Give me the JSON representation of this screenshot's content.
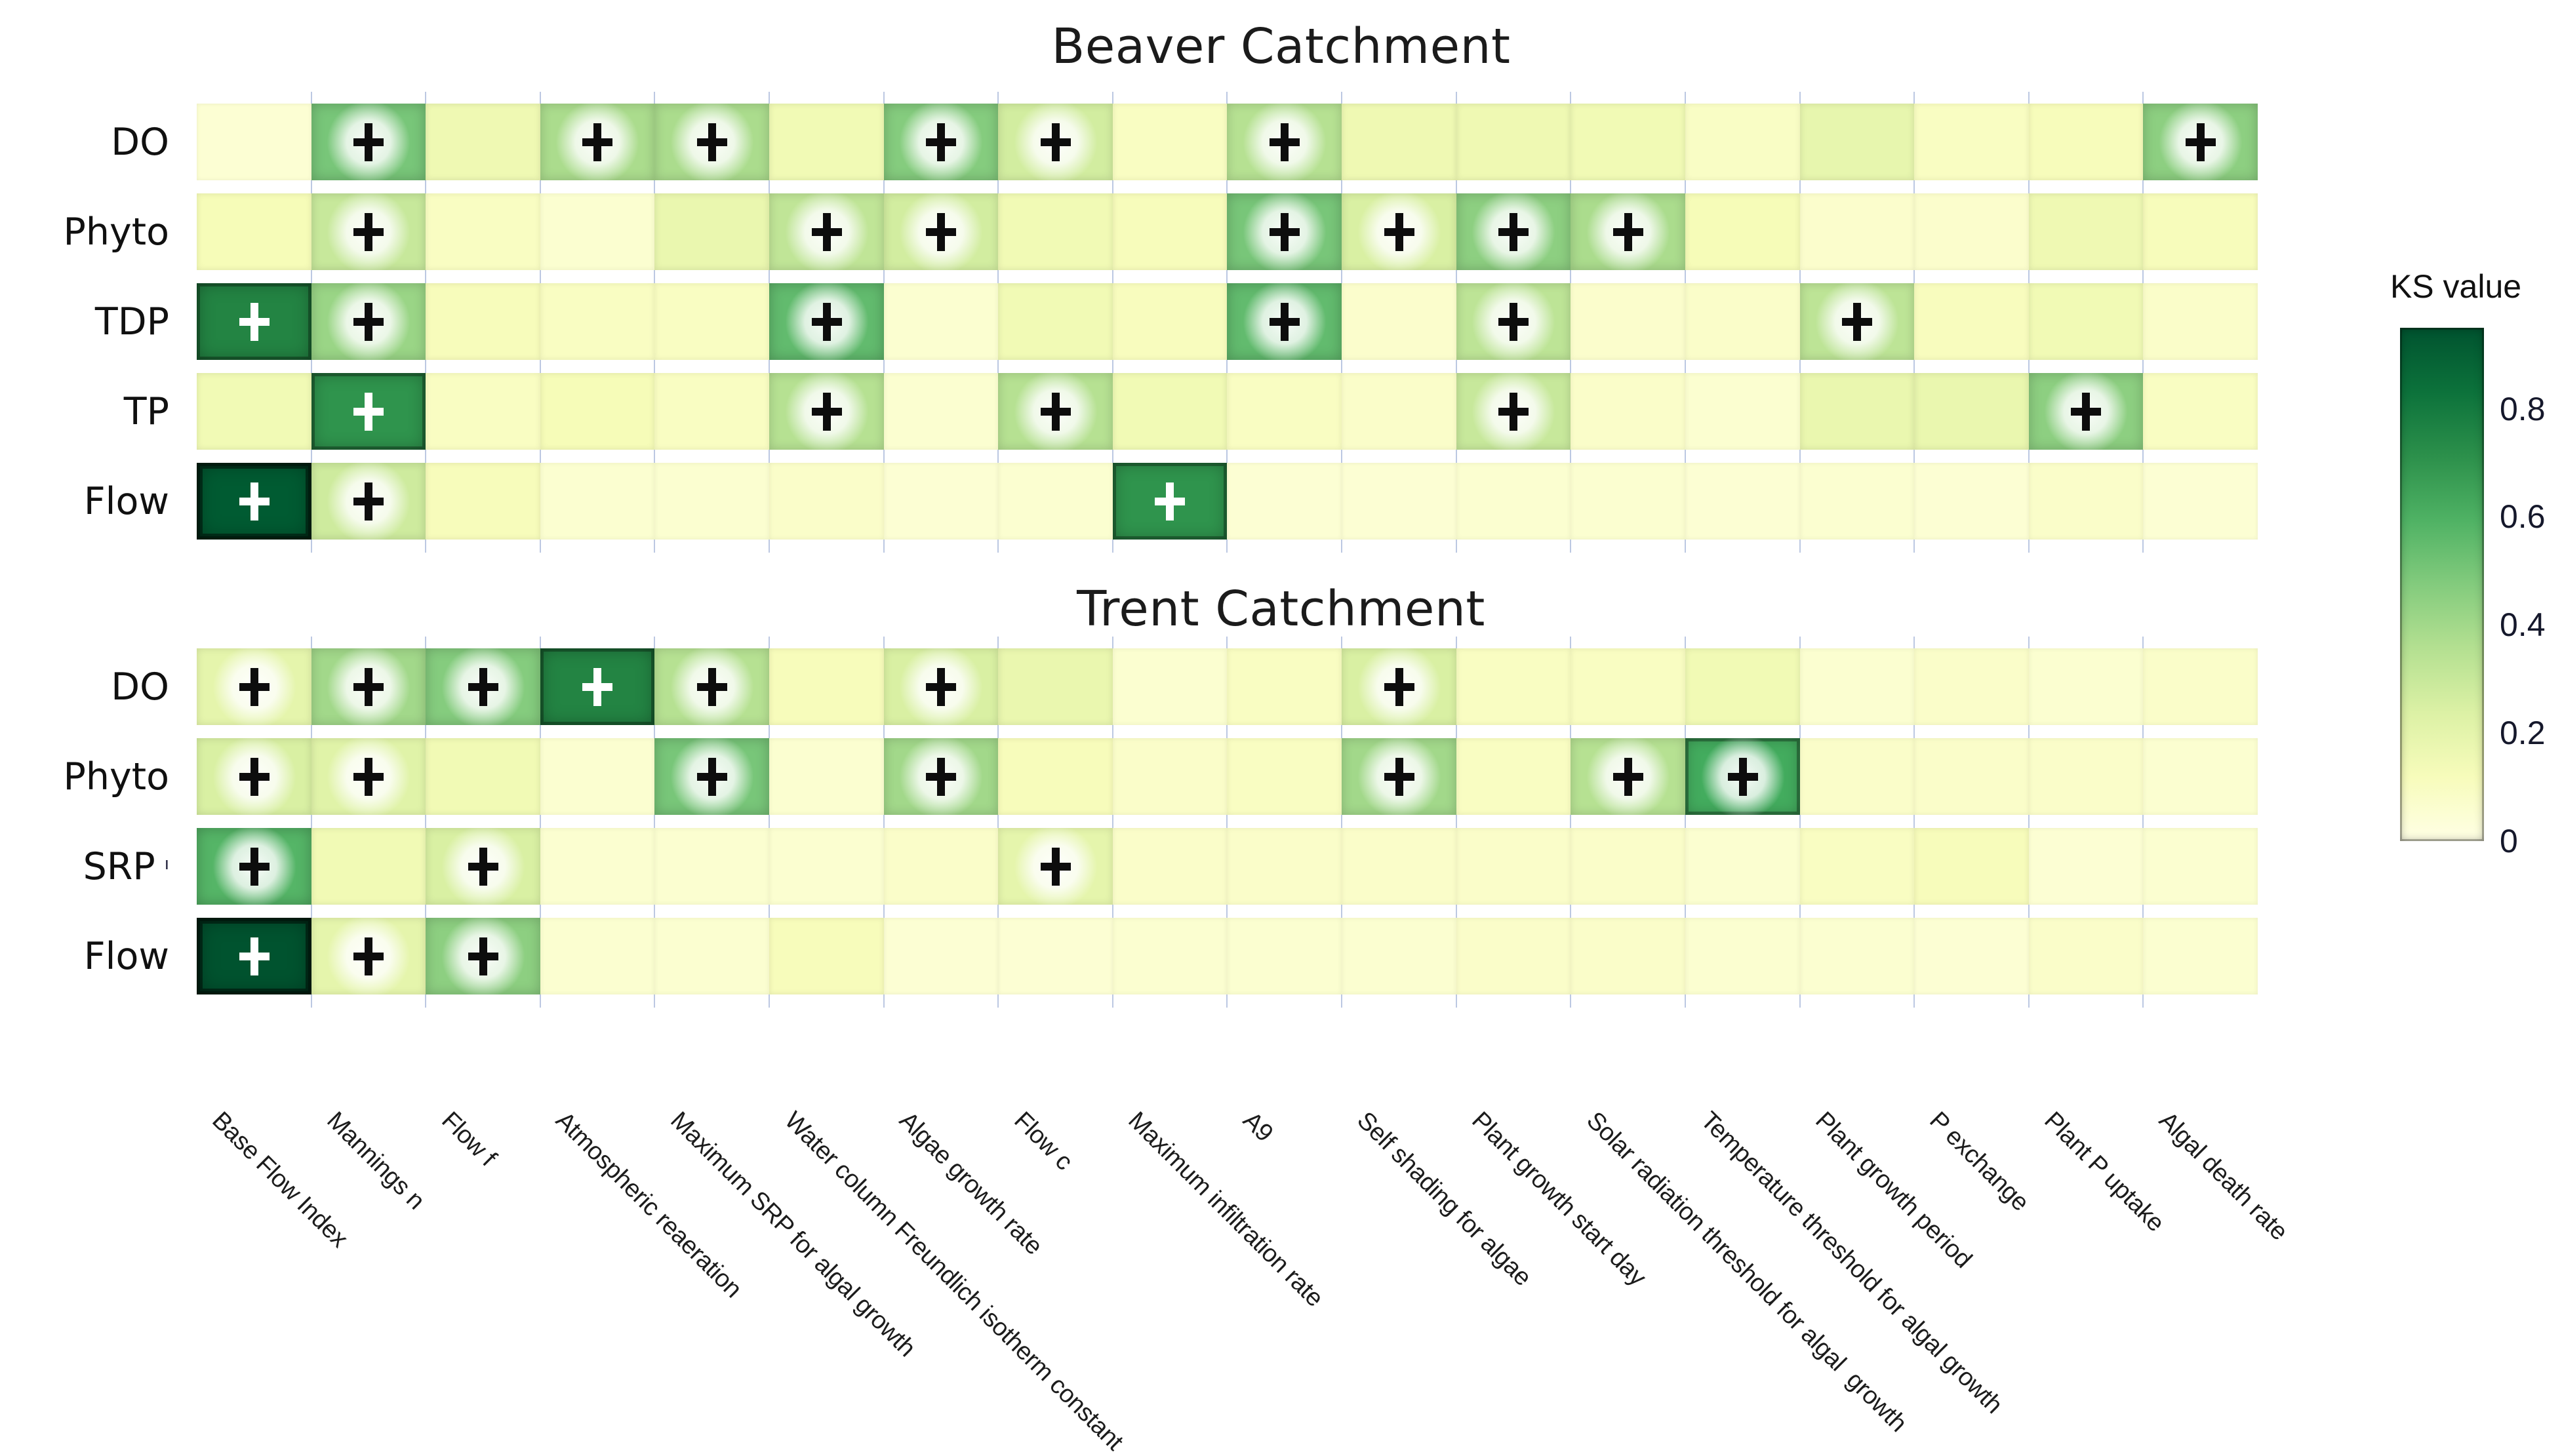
{
  "figure_title": "",
  "chart_data": {
    "type": "heatmap",
    "colormap_name": "YlGn",
    "colormap_stops": [
      "#ffffe5",
      "#f7fcb9",
      "#d9f0a3",
      "#addd8e",
      "#78c679",
      "#41ab5d",
      "#238443",
      "#006837",
      "#004529"
    ],
    "marker_glyph": "+",
    "x_categories": [
      "Base Flow Index",
      "Mannings n",
      "Flow f",
      "Atmospheric reaeration",
      "Maximum SRP for algal growth",
      "Water column Freundlich isotherm constant",
      "Algae growth rate",
      "Flow c",
      "Maximum infiltration rate",
      "A9",
      "Self shading for algae",
      "Plant growth start day",
      "Solar radiation threshold for algal  growth",
      "Temperature threshold for algal growth",
      "Plant growth period",
      "P exchange",
      "Plant P uptake",
      "Algal death rate"
    ],
    "panels": [
      {
        "title": "Beaver Catchment",
        "rows": [
          {
            "label": "DO",
            "mark": "",
            "values": [
              0.05,
              0.5,
              0.16,
              0.38,
              0.38,
              0.15,
              0.47,
              0.27,
              0.1,
              0.35,
              0.16,
              0.16,
              0.15,
              0.09,
              0.19,
              0.1,
              0.12,
              0.45
            ],
            "plus_columns": [
              2,
              4,
              5,
              7,
              8,
              10,
              18
            ]
          },
          {
            "label": "Phyto",
            "mark": "",
            "values": [
              0.13,
              0.3,
              0.1,
              0.06,
              0.18,
              0.32,
              0.27,
              0.15,
              0.12,
              0.5,
              0.25,
              0.45,
              0.38,
              0.13,
              0.07,
              0.07,
              0.16,
              0.12
            ],
            "plus_columns": [
              2,
              6,
              7,
              10,
              11,
              12,
              13
            ]
          },
          {
            "label": "TDP",
            "mark": "",
            "values": [
              0.75,
              0.42,
              0.12,
              0.1,
              0.1,
              0.55,
              0.06,
              0.15,
              0.11,
              0.55,
              0.07,
              0.33,
              0.07,
              0.08,
              0.33,
              0.11,
              0.15,
              0.08
            ],
            "plus_columns": [
              1,
              2,
              6,
              10,
              12,
              15
            ]
          },
          {
            "label": "TP",
            "mark": "",
            "values": [
              0.15,
              0.7,
              0.1,
              0.13,
              0.1,
              0.35,
              0.06,
              0.35,
              0.15,
              0.1,
              0.08,
              0.3,
              0.08,
              0.06,
              0.18,
              0.18,
              0.45,
              0.1
            ],
            "plus_columns": [
              2,
              6,
              8,
              12,
              17
            ]
          },
          {
            "label": "Flow",
            "mark": "",
            "values": [
              0.92,
              0.28,
              0.12,
              0.06,
              0.06,
              0.08,
              0.05,
              0.06,
              0.7,
              0.05,
              0.05,
              0.06,
              0.06,
              0.05,
              0.06,
              0.05,
              0.08,
              0.05
            ],
            "plus_columns": [
              1,
              2,
              9
            ]
          }
        ]
      },
      {
        "title": "Trent Catchment",
        "rows": [
          {
            "label": "DO",
            "mark": "",
            "values": [
              0.2,
              0.4,
              0.47,
              0.75,
              0.35,
              0.12,
              0.25,
              0.18,
              0.06,
              0.1,
              0.25,
              0.1,
              0.1,
              0.15,
              0.06,
              0.08,
              0.06,
              0.08
            ],
            "plus_columns": [
              1,
              2,
              3,
              4,
              5,
              7,
              11
            ]
          },
          {
            "label": "Phyto",
            "mark": "",
            "values": [
              0.25,
              0.22,
              0.15,
              0.06,
              0.5,
              0.06,
              0.4,
              0.12,
              0.08,
              0.1,
              0.4,
              0.1,
              0.35,
              0.62,
              0.08,
              0.08,
              0.08,
              0.06
            ],
            "plus_columns": [
              1,
              2,
              5,
              7,
              11,
              13,
              14
            ]
          },
          {
            "label": "SRP",
            "mark": "ı",
            "values": [
              0.58,
              0.15,
              0.25,
              0.06,
              0.06,
              0.06,
              0.08,
              0.2,
              0.08,
              0.08,
              0.08,
              0.08,
              0.08,
              0.06,
              0.1,
              0.12,
              0.05,
              0.06
            ],
            "plus_columns": [
              1,
              3,
              8
            ]
          },
          {
            "label": "Flow",
            "mark": "",
            "values": [
              0.95,
              0.2,
              0.45,
              0.06,
              0.06,
              0.12,
              0.05,
              0.05,
              0.06,
              0.06,
              0.06,
              0.08,
              0.08,
              0.06,
              0.06,
              0.05,
              0.08,
              0.06
            ],
            "plus_columns": [
              1,
              2,
              3
            ]
          }
        ]
      }
    ],
    "legend": {
      "title": "KS value",
      "tick_labels": [
        "0.8",
        "0.6",
        "0.4",
        "0.2",
        "0"
      ],
      "tick_values": [
        0.8,
        0.6,
        0.4,
        0.2,
        0
      ],
      "range": [
        0,
        0.95
      ]
    }
  }
}
